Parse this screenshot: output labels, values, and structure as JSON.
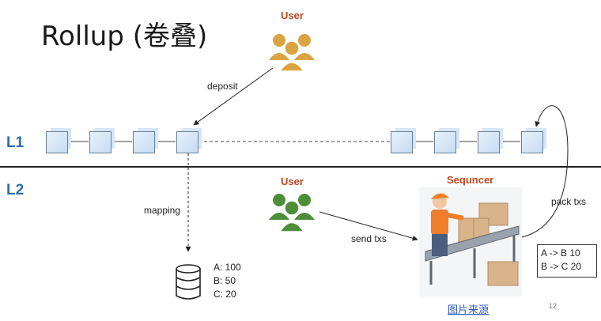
{
  "title": "Rollup (卷叠)",
  "user_top": {
    "label": "User",
    "color": "#d9a441"
  },
  "user_bottom": {
    "label": "User",
    "color": "#4e8d3a"
  },
  "sequencer": {
    "label": "Sequncer"
  },
  "layers": {
    "l1": "L1",
    "l2": "L2"
  },
  "arrows": {
    "deposit": "deposit",
    "mapping": "mapping",
    "send_txs": "send txs",
    "pack_txs": "pack txs"
  },
  "balances": [
    "A: 100",
    "B: 50",
    "C: 20"
  ],
  "transactions": [
    "A -> B 10",
    "B -> C 20"
  ],
  "source_link": "图片来源",
  "page_number": "12"
}
